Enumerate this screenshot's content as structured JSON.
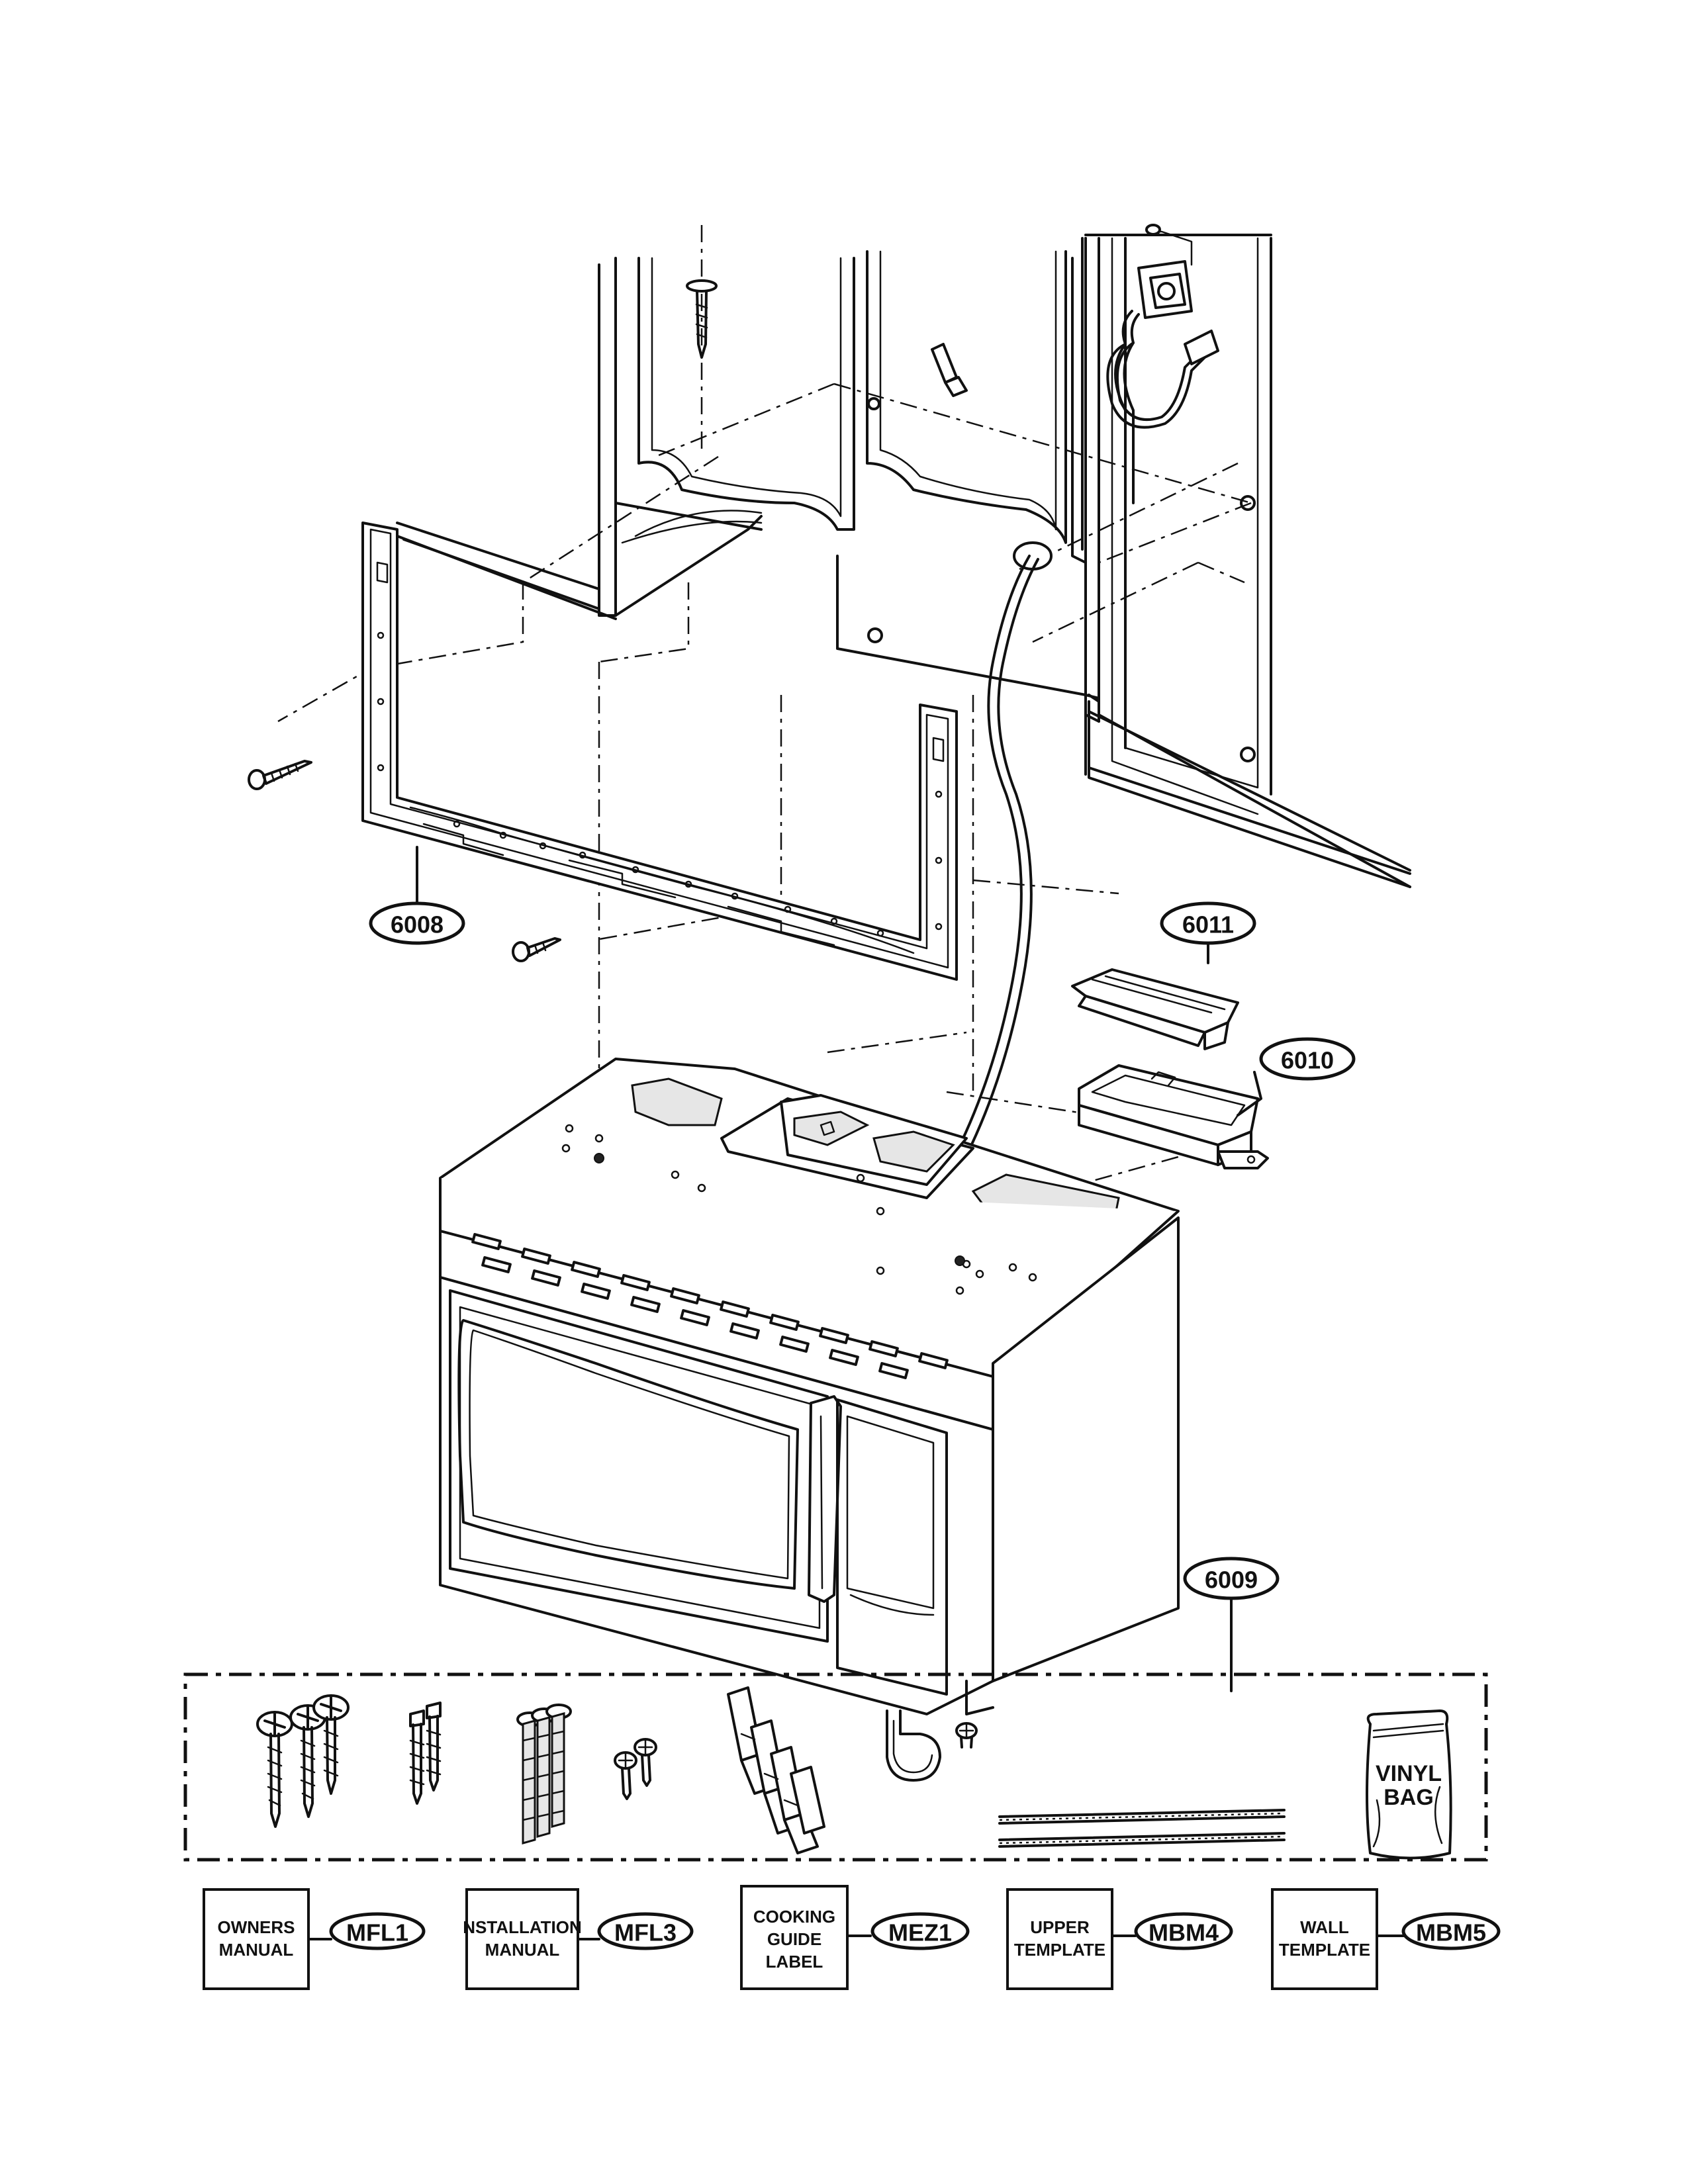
{
  "callouts": {
    "c6008": "6008",
    "c6009": "6009",
    "c6010": "6010",
    "c6011": "6011"
  },
  "vinyl_bag": {
    "line1": "VINYL",
    "line2": "BAG"
  },
  "literature": [
    {
      "line1": "OWNERS",
      "line2": "MANUAL",
      "line3": "",
      "code": "MFL1"
    },
    {
      "line1": "NSTALLATION",
      "line2": "MANUAL",
      "line3": "",
      "code": "MFL3"
    },
    {
      "line1": "COOKING",
      "line2": "GUIDE",
      "line3": "LABEL",
      "code": "MEZ1"
    },
    {
      "line1": "UPPER",
      "line2": "TEMPLATE",
      "line3": "",
      "code": "MBM4"
    },
    {
      "line1": "WALL",
      "line2": "TEMPLATE",
      "line3": "",
      "code": "MBM5"
    }
  ]
}
